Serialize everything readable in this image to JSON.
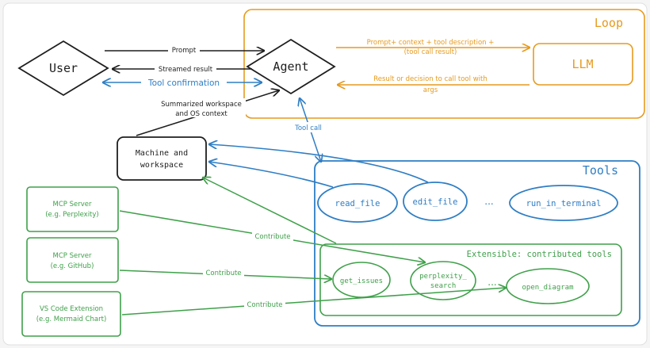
{
  "loop": {
    "title": "Loop",
    "llm": "LLM",
    "agent": "Agent",
    "to_llm_line1": "Prompt+ context + tool description +",
    "to_llm_line2": "(tool call result)",
    "from_llm_line1": "Result or decision to call tool with",
    "from_llm_line2": "args"
  },
  "user": {
    "label": "User",
    "prompt": "Prompt",
    "streamed": "Streamed result",
    "tool_confirmation": "Tool confirmation"
  },
  "workspace": {
    "context_line1": "Summarized workspace",
    "context_line2": "and OS context",
    "machine_line1": "Machine and",
    "machine_line2": "workspace"
  },
  "tool_call": "Tool call",
  "tools": {
    "title": "Tools",
    "read_file": "read_file",
    "edit_file": "edit_file",
    "dots": "...",
    "run_in_terminal": "run_in_terminal"
  },
  "extensible": {
    "title": "Extensible: contributed tools",
    "get_issues": "get_issues",
    "perplexity_line1": "perplexity_",
    "perplexity_line2": "search",
    "dots": "...",
    "open_diagram": "open_diagram"
  },
  "sources": [
    {
      "line1": "MCP Server",
      "line2": "(e.g. Perplexity)"
    },
    {
      "line1": "MCP Server",
      "line2": "(e.g. GitHub)"
    },
    {
      "line1": "VS Code Extension",
      "line2": "(e.g. Mermaid Chart)"
    }
  ],
  "contribute": "Contribute",
  "colors": {
    "orange": "#e69a1e",
    "blue": "#2f7ec4",
    "green": "#3fa04a",
    "black": "#1e1e1e"
  }
}
